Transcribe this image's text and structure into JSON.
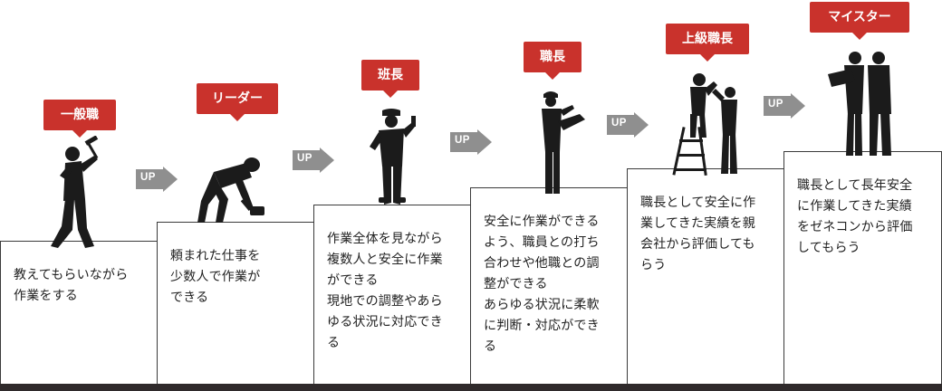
{
  "steps": [
    {
      "title": "一般職",
      "text": "教えてもらいながら\n作業をする"
    },
    {
      "title": "リーダー",
      "text": "頼まれた仕事を\n少数人で作業が\nできる"
    },
    {
      "title": "班長",
      "text": "作業全体を見ながら\n複数人と安全に作業\nができる\n現地での調整やあら\nゆる状況に対応でき\nる"
    },
    {
      "title": "職長",
      "text": "安全に作業ができる\nよう、職員との打ち\n合わせや他職との調\n整ができる\nあらゆる状況に柔軟\nに判断・対応ができ\nる"
    },
    {
      "title": "上級職長",
      "text": "職長として安全に作\n業してきた実績を親\n会社から評価しても\nらう"
    },
    {
      "title": "マイスター",
      "text": "職長として長年安全\nに作業してきた実績\nをゼネコンから評価\nしてもらう"
    }
  ],
  "arrow_label": "UP",
  "colors": {
    "label_bg": "#c9322c",
    "arrow": "#8f8f8f",
    "silhouette": "#1b1b1b",
    "base": "#2f2a2b"
  }
}
